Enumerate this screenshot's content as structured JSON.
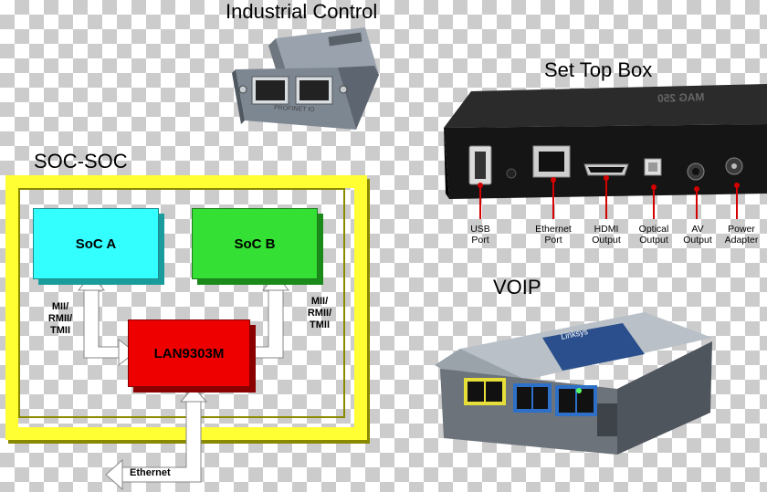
{
  "titles": {
    "industrial": "Industrial Control",
    "settop": "Set Top Box",
    "voip": "VOIP",
    "socsoc": "SOC-SOC"
  },
  "diagram": {
    "soc_a": "SoC A",
    "soc_b": "SoC B",
    "lan": "LAN9303M",
    "mii_left": [
      "MII/",
      "RMII/",
      "TMII"
    ],
    "mii_right": [
      "MII/",
      "RMII/",
      "TMII"
    ],
    "ethernet": "Ethernet",
    "colors": {
      "frame": "#ffff33",
      "soc_a": "#33ffff",
      "soc_b": "#33e033",
      "lan": "#ee0000"
    }
  },
  "settop_ports": [
    {
      "line1": "USB",
      "line2": "Port"
    },
    {
      "line1": "Ethernet",
      "line2": "Port"
    },
    {
      "line1": "HDMI",
      "line2": "Output"
    },
    {
      "line1": "Optical",
      "line2": "Output"
    },
    {
      "line1": "AV",
      "line2": "Output"
    },
    {
      "line1": "Power",
      "line2": "Adapter"
    }
  ],
  "device_text": {
    "settop_brand": "MAG 250",
    "voip_brand": "Linksys",
    "module_brand": "PROFINET IO"
  }
}
